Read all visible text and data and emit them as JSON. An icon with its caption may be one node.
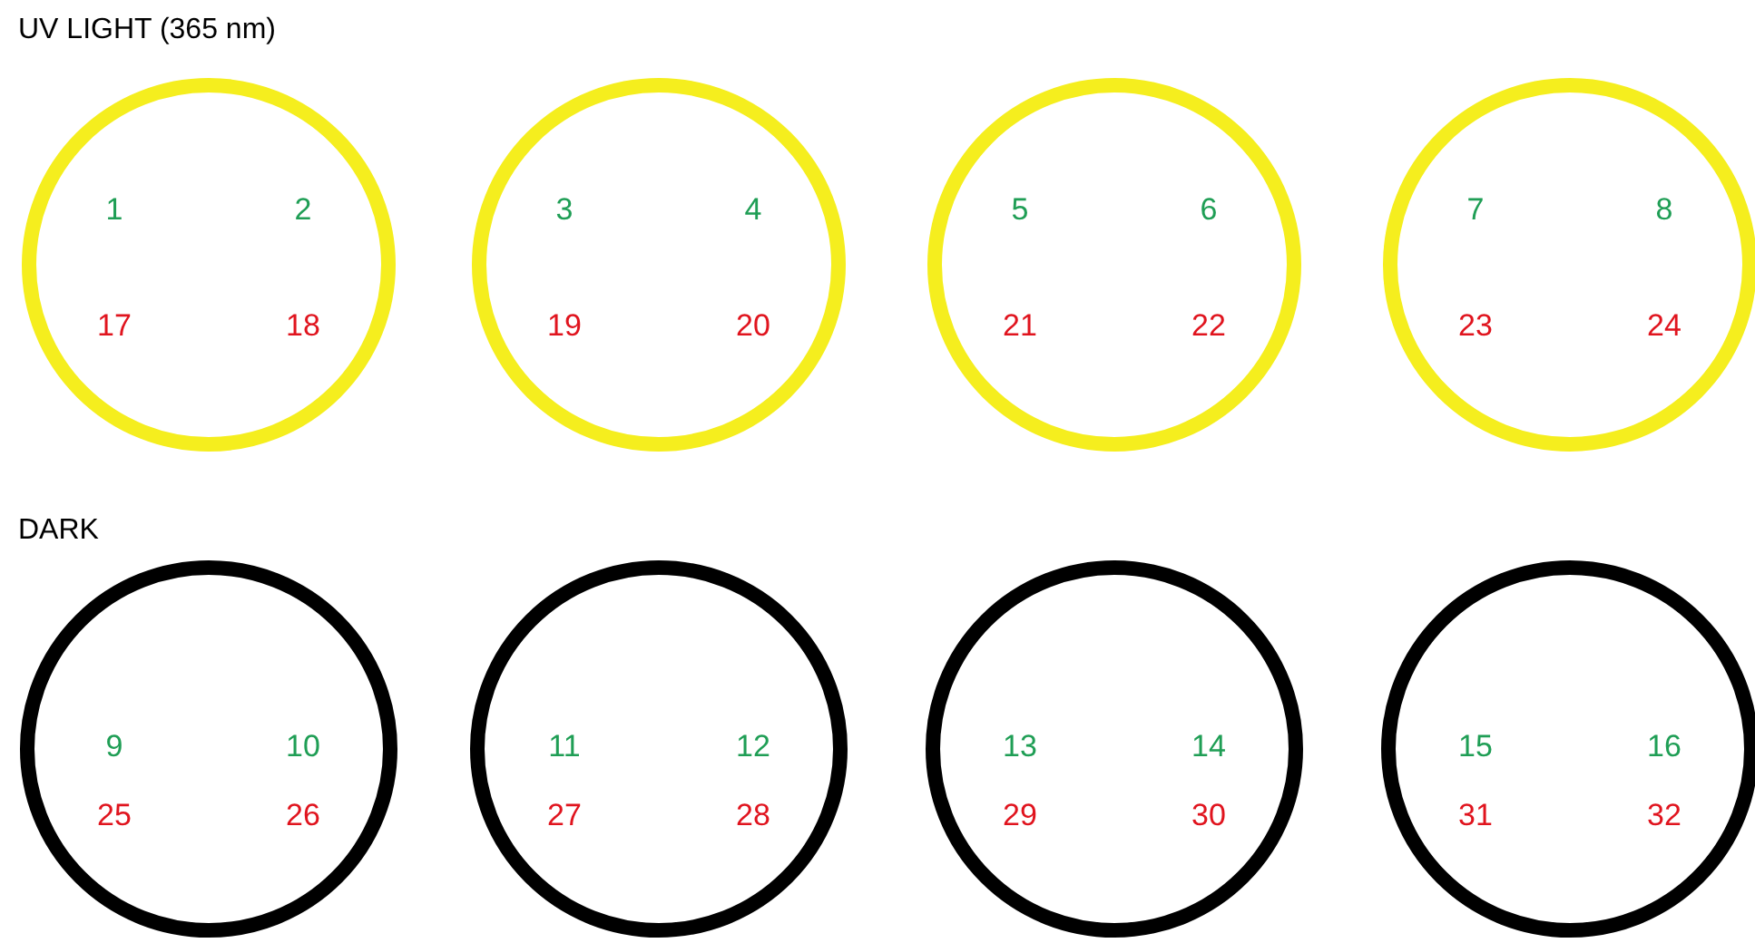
{
  "diagram": {
    "nodes": [
      {
        "text": [
          "1",
          "2",
          "17",
          "18"
        ]
      },
      {
        "text": [
          "3",
          "4",
          "19",
          "20"
        ]
      },
      {
        "text": [
          "5",
          "6",
          "21",
          "22"
        ]
      },
      {
        "text": [
          "7",
          "8",
          "23",
          "24"
        ]
      },
      {
        "text": [
          "9",
          "10",
          "25",
          "26"
        ]
      },
      {
        "text": [
          "11",
          "12",
          "27",
          "28"
        ]
      },
      {
        "text": [
          "13",
          "14",
          "29",
          "30"
        ]
      },
      {
        "text": [
          "15",
          "16",
          "31",
          "32"
        ]
      }
    ],
    "labels": [
      "UV LIGHT (365 nm)",
      "DARK"
    ]
  }
}
